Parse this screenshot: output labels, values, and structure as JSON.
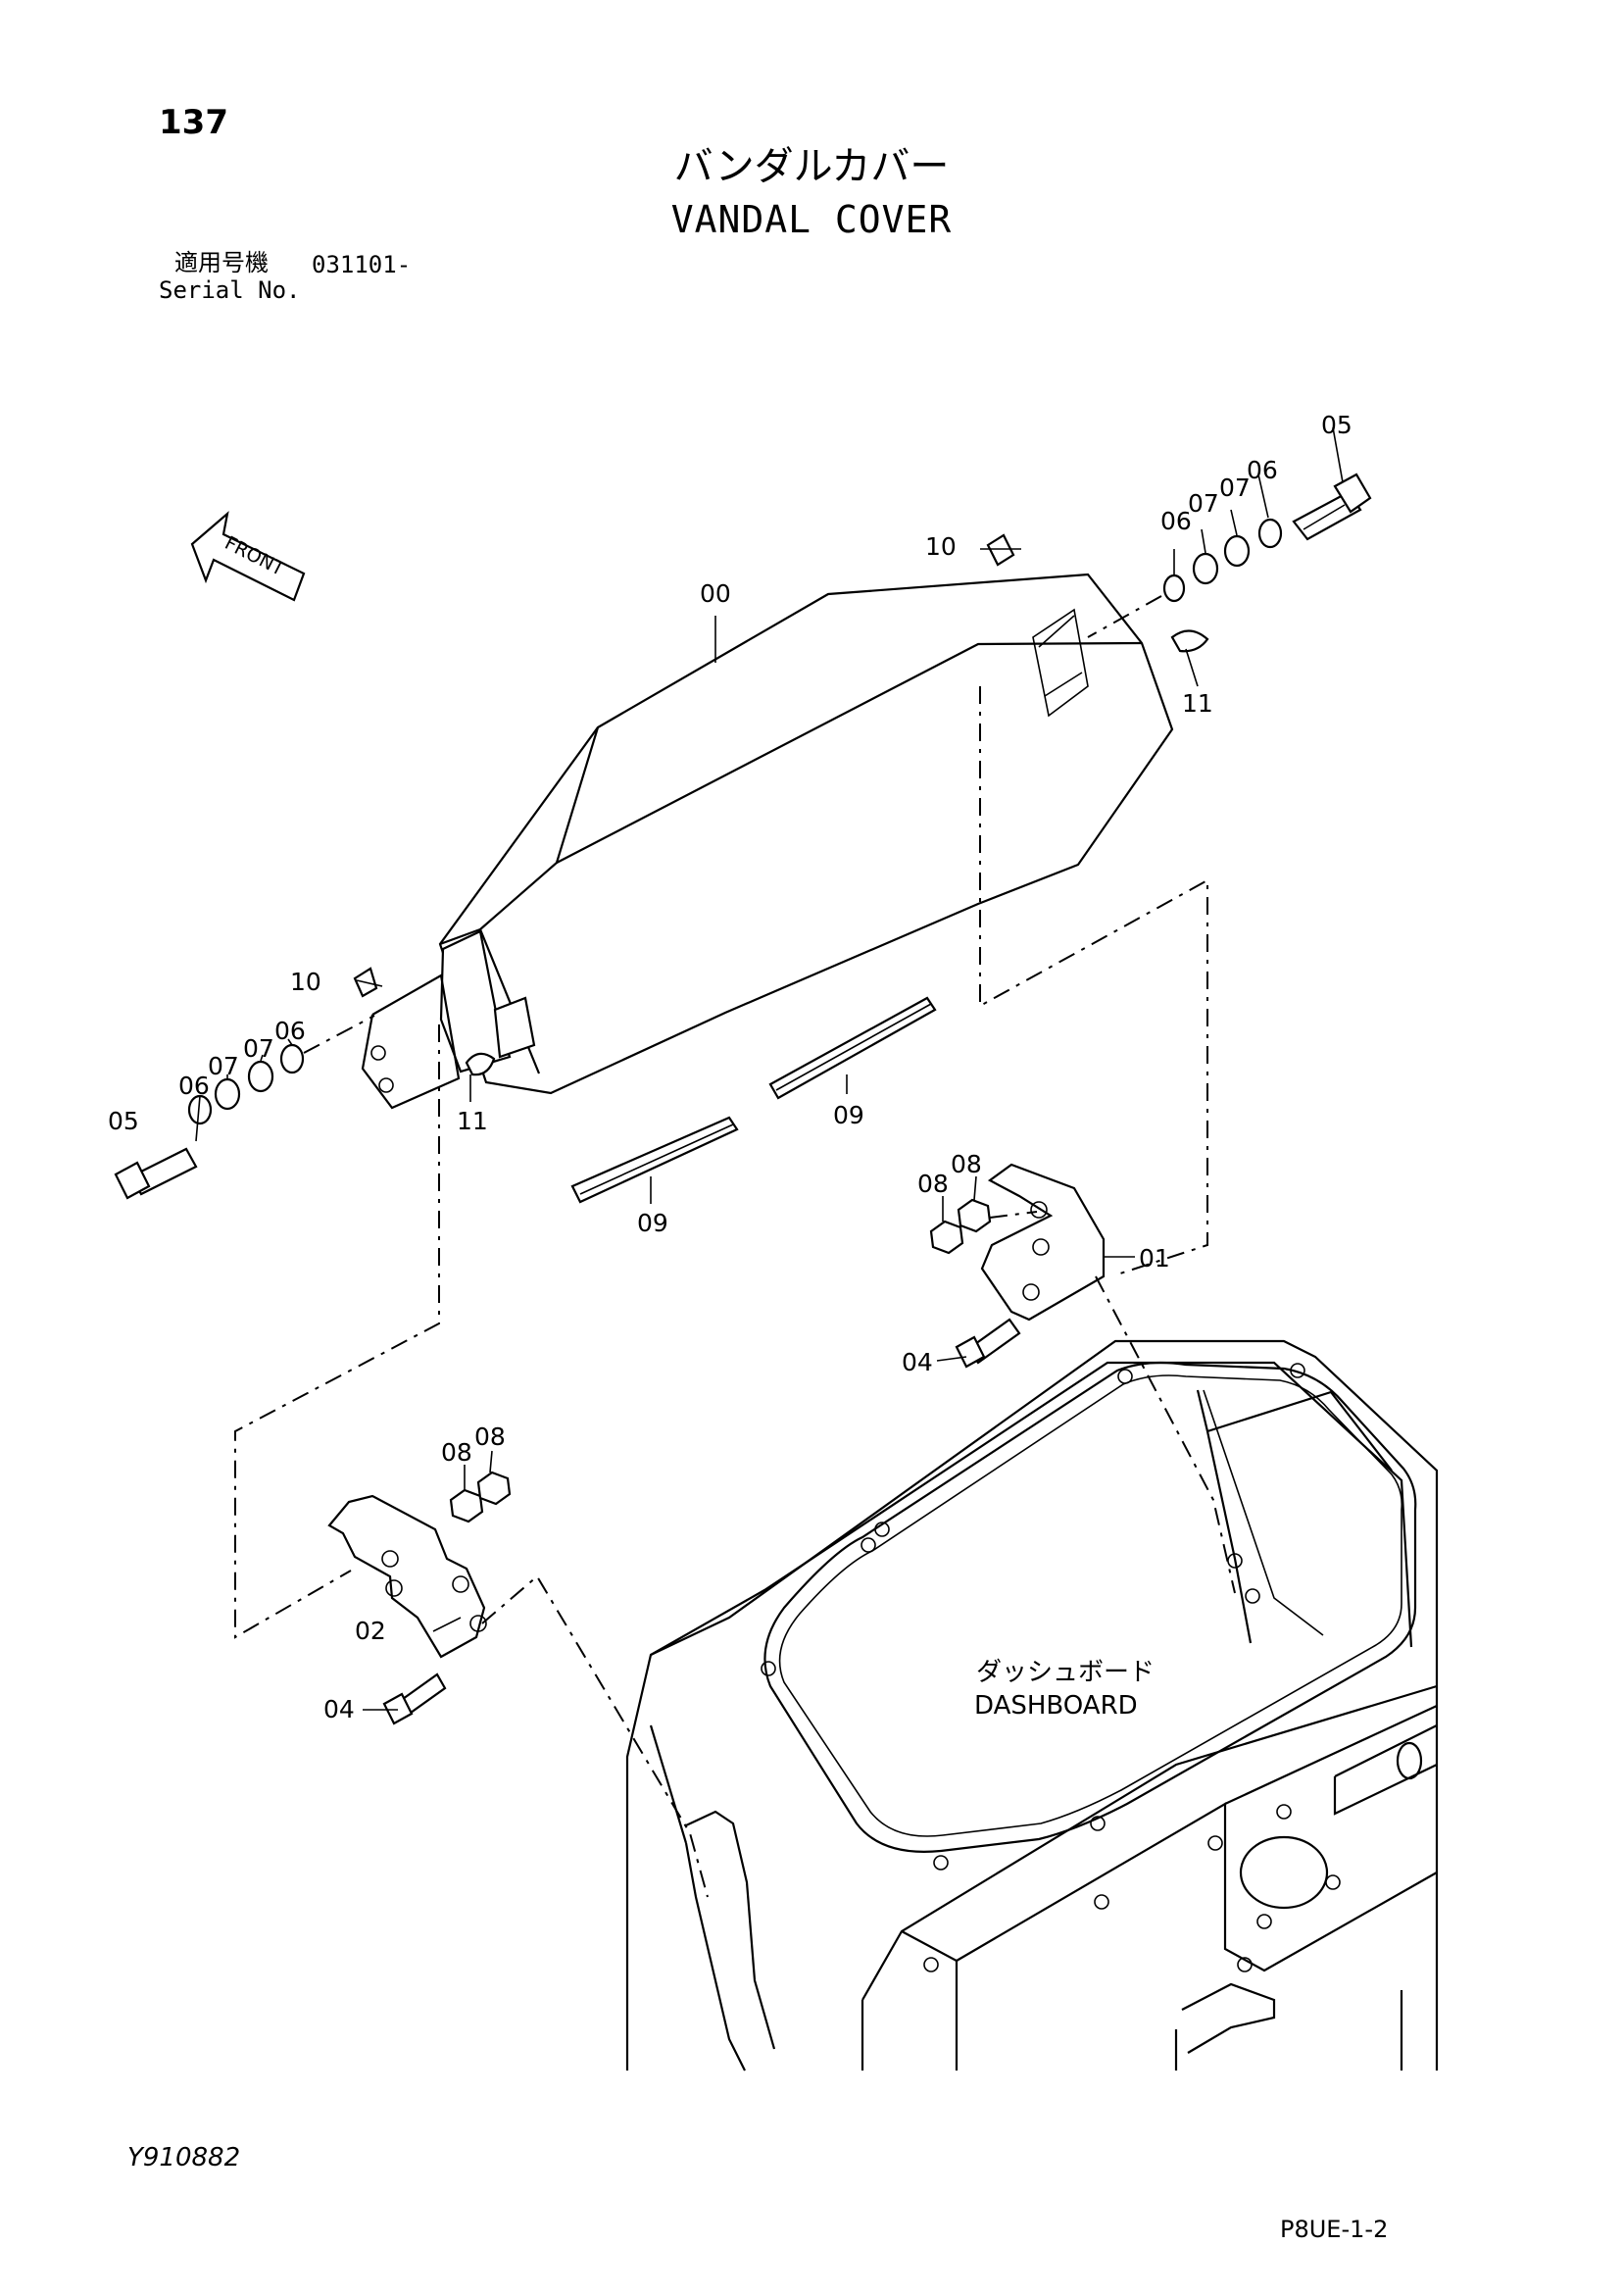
{
  "header": {
    "page_number": "137",
    "title_jp": "バンダルカバー",
    "title_en": "VANDAL COVER",
    "serial_label_jp": "適用号機",
    "serial_value": "031101-",
    "serial_label_en": "Serial No."
  },
  "footer": {
    "drawing_code": "Y910882",
    "sheet_code": "P8UE-1-2"
  },
  "diagram": {
    "front_arrow_label": "FRONT",
    "dashboard_label_jp": "ダッシュボード",
    "dashboard_label_en": "DASHBOARD",
    "callouts": {
      "cover": "00",
      "bracket_right": "01",
      "bracket_left": "02",
      "bolt_small_right": "04",
      "bolt_small_left": "04",
      "bolt_top": "05",
      "bolt_left": "05",
      "washer_top_a": "06",
      "washer_top_b": "06",
      "lockwasher_top_a": "07",
      "lockwasher_top_b": "07",
      "washer_left_a": "06",
      "washer_left_b": "06",
      "lockwasher_left_a": "07",
      "lockwasher_left_b": "07",
      "nut_right_a": "08",
      "nut_right_b": "08",
      "nut_left_a": "08",
      "nut_left_b": "08",
      "seal_left": "09",
      "seal_right": "09",
      "clip_top": "10",
      "clip_left": "10",
      "grommet_top": "11",
      "grommet_left": "11"
    }
  }
}
